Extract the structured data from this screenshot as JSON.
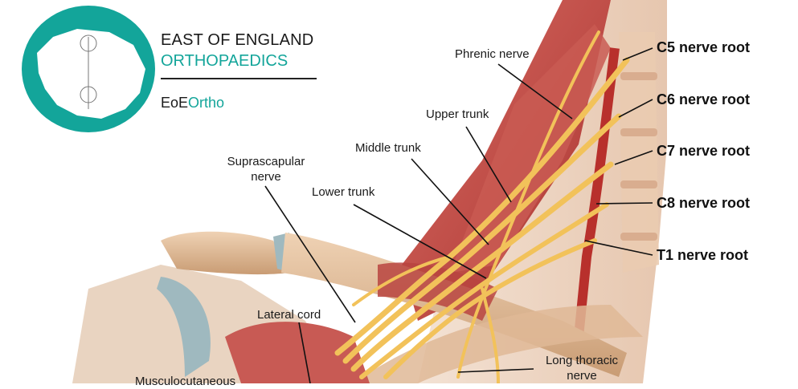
{
  "brand": {
    "line1": "EAST OF ENGLAND",
    "line2": "ORTHOPAEDICS",
    "short_a": "EoE",
    "short_b": "Ortho",
    "accent_color": "#13a59a"
  },
  "labels": {
    "phrenic": "Phrenic nerve",
    "upper_trunk": "Upper trunk",
    "middle_trunk": "Middle trunk",
    "lower_trunk": "Lower trunk",
    "suprascapular_1": "Suprascapular",
    "suprascapular_2": "nerve",
    "lateral_cord": "Lateral cord",
    "musculocutaneous": "Musculocutaneous",
    "long_thoracic_1": "Long thoracic",
    "long_thoracic_2": "nerve"
  },
  "roots": {
    "c5": "C5 nerve root",
    "c6": "C6 nerve root",
    "c7": "C7 nerve root",
    "c8": "C8 nerve root",
    "t1": "T1 nerve root"
  },
  "colors": {
    "muscle": "#c44a4a",
    "nerve": "#f2c25a",
    "bone": "#e0bd9a",
    "cartilage": "#9fb9bf"
  }
}
